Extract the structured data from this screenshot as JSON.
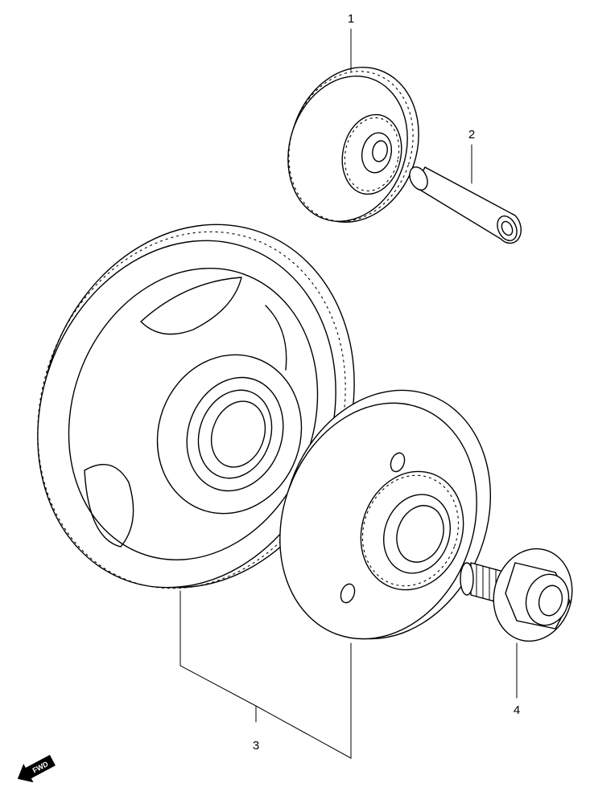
{
  "callouts": [
    {
      "id": "1",
      "label": "1"
    },
    {
      "id": "2",
      "label": "2"
    },
    {
      "id": "3",
      "label": "3"
    },
    {
      "id": "4",
      "label": "4"
    }
  ],
  "fwd_arrow": {
    "label": "FWD",
    "icon": "forward-arrow-icon"
  },
  "colors": {
    "ink": "#000000",
    "paper": "#ffffff"
  }
}
